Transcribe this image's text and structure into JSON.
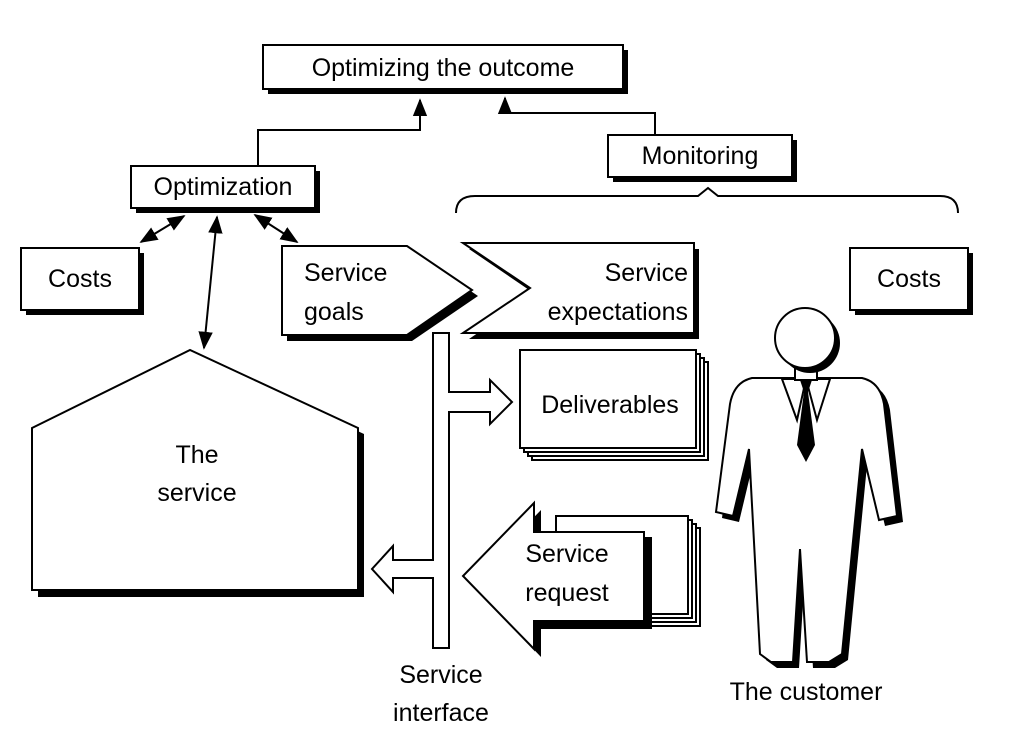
{
  "diagram": {
    "nodes": {
      "optimizing_outcome": "Optimizing the outcome",
      "monitoring": "Monitoring",
      "optimization": "Optimization",
      "costs_left": "Costs",
      "costs_right": "Costs",
      "service_goals": [
        "Service",
        "goals"
      ],
      "service_expectations": [
        "Service",
        "expectations"
      ],
      "deliverables": "Deliverables",
      "the_service": [
        "The",
        "service"
      ],
      "service_request": [
        "Service",
        "request"
      ],
      "service_interface": [
        "Service",
        "interface"
      ],
      "the_customer": "The customer"
    },
    "icons": {
      "customer": "businessman-figure-icon"
    },
    "colors": {
      "ink": "#000000",
      "paper": "#ffffff"
    }
  }
}
